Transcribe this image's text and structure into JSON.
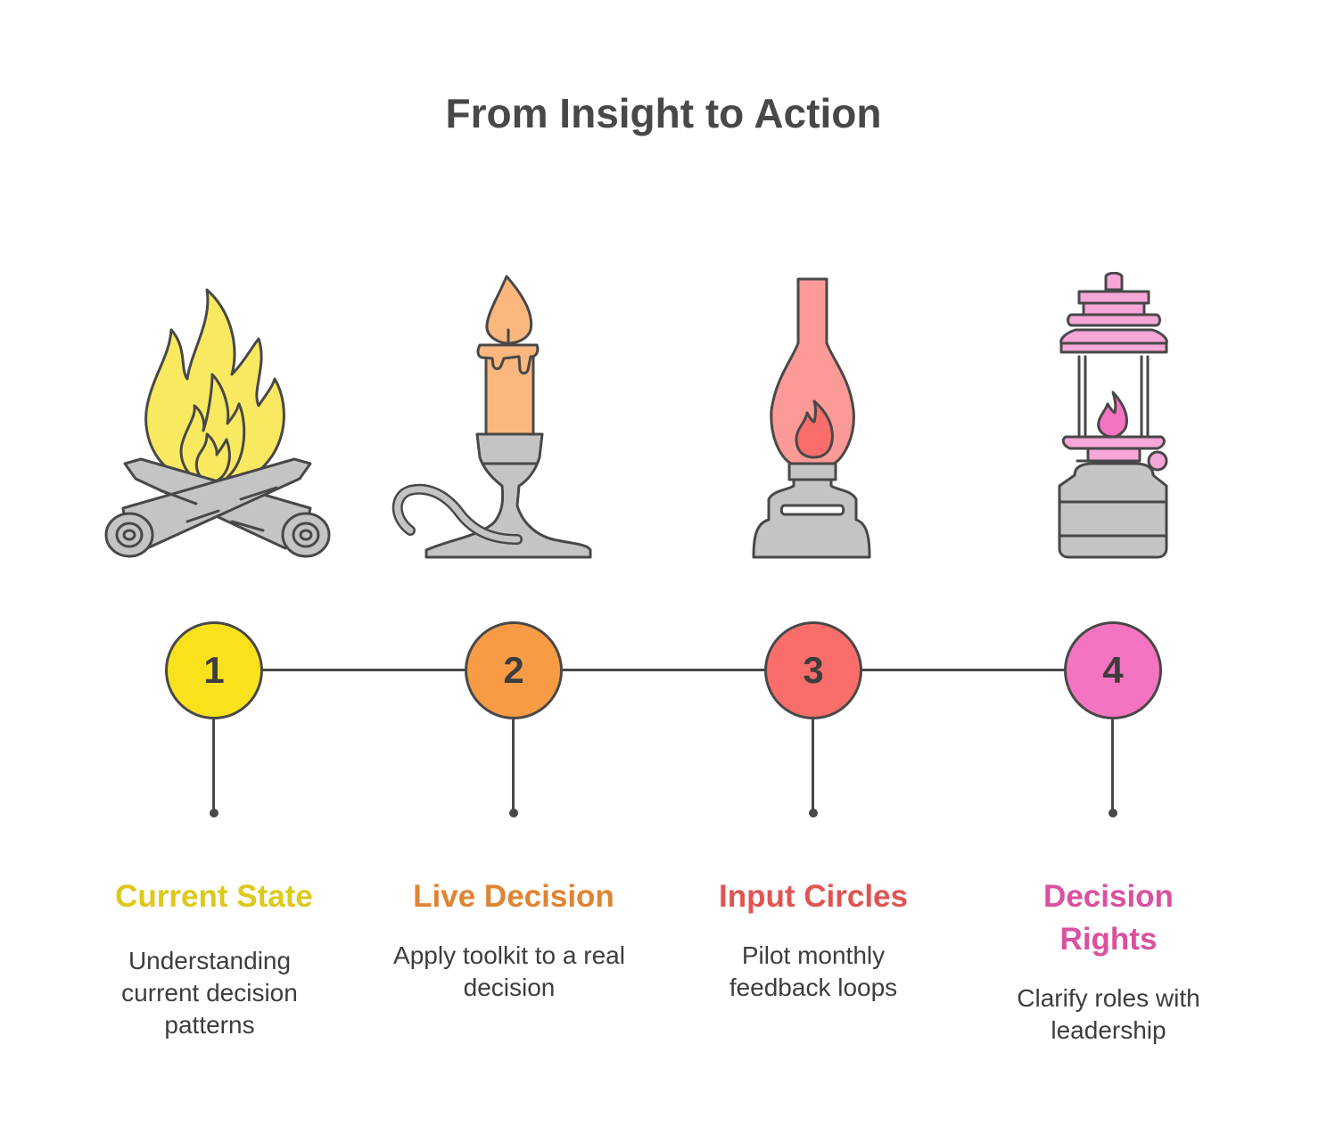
{
  "title": "From Insight to Action",
  "colors": {
    "stroke": "#484848",
    "yellow": "#f9e21c",
    "orange": "#f79c45",
    "red": "#f96e6b",
    "pink": "#f574c2",
    "grey": "#c4c4c4"
  },
  "steps": [
    {
      "number": "1",
      "label": "Current State",
      "description": "Understanding current decision patterns",
      "icon": "campfire-icon",
      "color": "#f9e21c",
      "label_color": "#dcc91b"
    },
    {
      "number": "2",
      "label": "Live Decision",
      "description": "Apply toolkit to a real decision",
      "icon": "candle-icon",
      "color": "#f79c45",
      "label_color": "#e08433"
    },
    {
      "number": "3",
      "label": "Input Circles",
      "description": "Pilot monthly feedback loops",
      "icon": "oil-lamp-icon",
      "color": "#f96e6b",
      "label_color": "#e05452"
    },
    {
      "number": "4",
      "label": "Decision Rights",
      "description": "Clarify roles with leadership",
      "icon": "lantern-icon",
      "color": "#f574c2",
      "label_color": "#d9519f"
    }
  ]
}
